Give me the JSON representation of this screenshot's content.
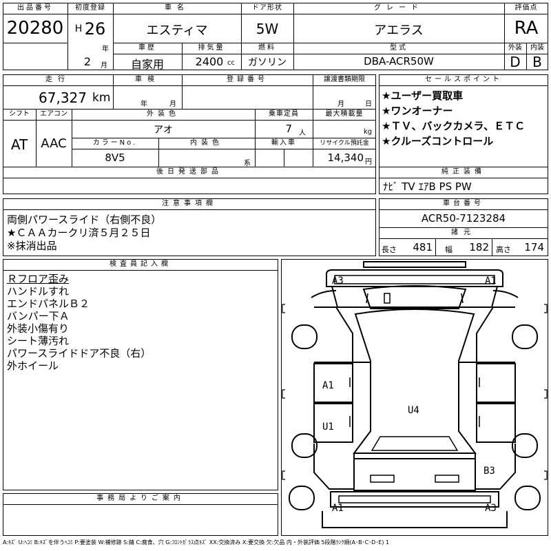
{
  "header": {
    "lot_no_label": "出品番号",
    "lot_no": "20280",
    "first_reg_label": "初度登録",
    "era": "H",
    "year": "26",
    "year_unit": "年",
    "month": "2",
    "month_unit": "月",
    "car_name_label": "車名",
    "car_name": "エスティマ",
    "door_label": "ドア形状",
    "door": "5W",
    "grade_label": "グレード",
    "grade": "アエラス",
    "score_label": "評価点",
    "score": "RA",
    "history_label": "車歴",
    "history": "自家用",
    "displacement_label": "排気量",
    "displacement": "2400",
    "displacement_unit": "cc",
    "fuel_label": "燃料",
    "fuel": "ガソリン",
    "model_label": "型式",
    "model": "DBA-ACR50W",
    "ext_label": "外装",
    "ext_grade": "D",
    "int_label": "内装",
    "int_grade": "B"
  },
  "row2": {
    "mileage_label": "走行",
    "mileage": "67,327",
    "mileage_unit": "km",
    "inspection_label": "車検",
    "insp_year_unit": "年",
    "insp_month_unit": "月",
    "reg_no_label": "登録番号",
    "transfer_label": "譲渡書類期限",
    "transfer_month_unit": "月",
    "transfer_day_unit": "日",
    "shift_label": "シフト",
    "shift": "AT",
    "ac_label": "エアコン",
    "ac": "AAC",
    "color_label": "外装色",
    "color": "アオ",
    "capacity_label": "乗車定員",
    "capacity": "7",
    "capacity_unit": "人",
    "load_label": "最大積載量",
    "load_unit": "kg",
    "color_no_label": "カラーNo.",
    "color_no": "8V5",
    "interior_color_label": "内装色",
    "interior_unit": "系",
    "import_label": "輸入車",
    "recycle_label": "リサイクル預託金",
    "recycle": "14,340",
    "recycle_unit": "円",
    "later_parts_label": "後日発送部品"
  },
  "sales_points": {
    "label": "セールスポイント",
    "items": [
      "★ユーザー買取車",
      "★ワンオーナー",
      "★ＴＶ、バックカメラ、ＥＴＣ",
      "★クルーズコントロール"
    ]
  },
  "equipment": {
    "label": "純正装備",
    "value": "ﾅﾋﾞ TV ｴｱB PS PW"
  },
  "notes": {
    "label": "注意事項欄",
    "lines": [
      "両側パワースライド（右側不良）",
      "★ＣＡＡカークリ済５月２５日",
      "※抹消出品"
    ]
  },
  "chassis": {
    "label": "車台番号",
    "value": "ACR50-7123284"
  },
  "dims": {
    "label": "諸元",
    "length_label": "長さ",
    "length": "481",
    "width_label": "幅",
    "width": "182",
    "height_label": "高さ",
    "height": "174"
  },
  "inspector": {
    "label": "検査員記入欄",
    "lines": [
      "Ｒフロア歪み",
      "ハンドルすれ",
      "エンドパネルＢ２",
      "バンパー下Ａ",
      "外装小傷有り",
      "シート薄汚れ",
      "パワースライドドア不良（右）",
      "外ホイール"
    ]
  },
  "damage": {
    "front_left": "A3",
    "front_right": "A1",
    "side_a1": "A1",
    "side_u1": "U1",
    "center": "U4",
    "rear_b3": "B3",
    "rear_left": "A1",
    "rear_right": "A3"
  },
  "office": {
    "label": "事務局よりご案内"
  },
  "legend": "A:ｷｽﾞ U:ﾍｺﾐ B:ｷｽﾞを伴うﾍｺﾐ P:要塗装 W:補修跡 S:錆 C:腐食、穴 G:ﾌﾛﾝﾄｶﾞﾗｽ点ｷｽﾞ XX:交換済み X:要交換 欠:欠品 内・外装評価 5段階ﾗﾝｸ順(A･B･C･D･E) 1"
}
